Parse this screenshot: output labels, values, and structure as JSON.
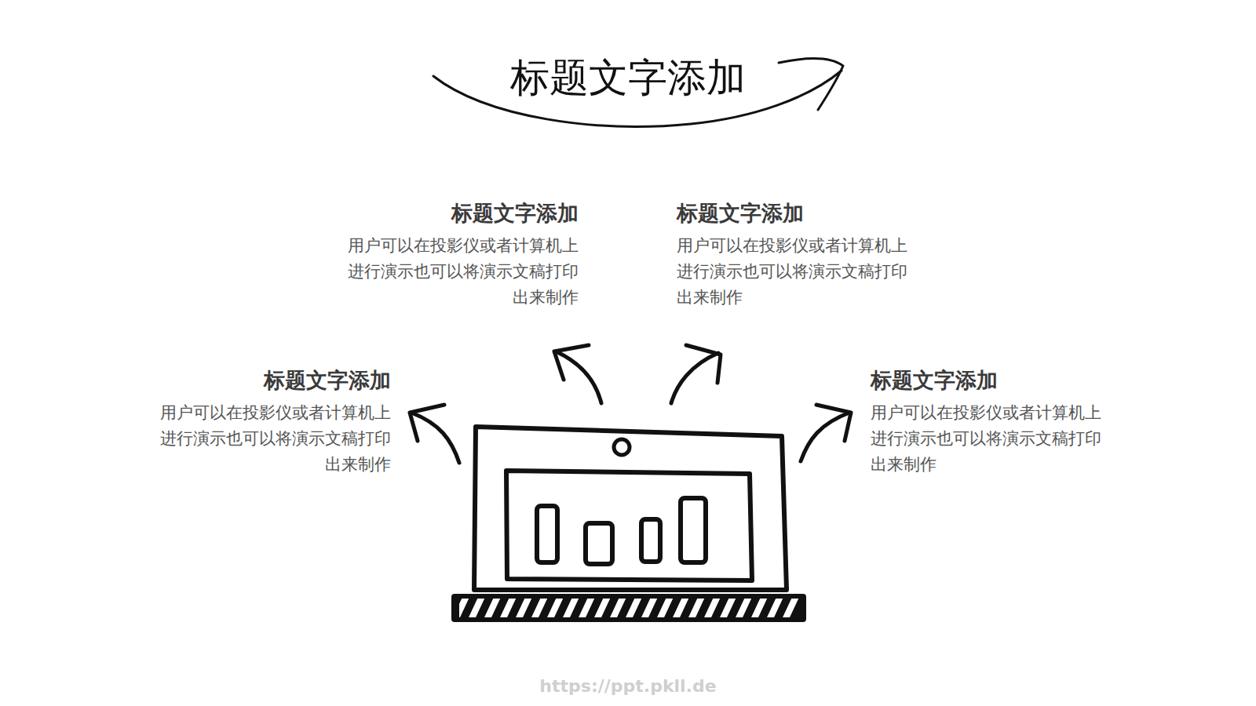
{
  "diagram": {
    "title": "标题文字添加",
    "labels": [
      "标题文字添加",
      "用户可以在投影仪或者计算机上进行演示也可以将演示文稿打印出来制作",
      "标题文字添加",
      "用户可以在投影仪或者计算机上进行演示也可以将演示文稿打印出来制作",
      "标题文字添加",
      "用户可以在投影仪或者计算机上进行演示也可以将演示文稿打印出来制作",
      "标题文字添加",
      "用户可以在投影仪或者计算机上进行演示也可以将演示文稿打印出来制作",
      "https://ppt.pkll.de"
    ]
  }
}
